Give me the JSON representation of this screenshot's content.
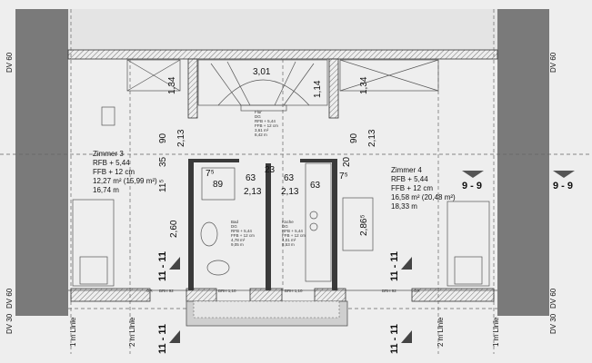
{
  "plan": {
    "side_labels": {
      "dv60_top": "DV 60",
      "dv60_bottom": "DV 60",
      "dv30": "DV 30"
    },
    "guide_lines": {
      "one_m": "1 m Linie",
      "two_m": "2 m Linie"
    },
    "sections": {
      "s11": "11 - 11",
      "s9": "9 - 9"
    },
    "stair": {
      "width": "3,01",
      "dim": "1,14"
    },
    "flur": {
      "lines": [
        "Flur",
        "DG",
        "RFB + 5,44",
        "FFB + 12 cm",
        "3,61 m²",
        "8,42 m"
      ]
    },
    "zimmer3": {
      "lines": [
        "Zimmer 3",
        "RFB + 5,44",
        "FFB + 12 cm",
        "12,27 m² (15,99 m²)",
        "16,74 m"
      ]
    },
    "zimmer4": {
      "lines": [
        "Zimmer 4",
        "RFB + 5,44",
        "FFB + 12 cm",
        "16,58 m² (20,48 m²)",
        "18,33 m"
      ]
    },
    "bad": {
      "lines": [
        "Bad",
        "DG",
        "RFB + 5,44",
        "FFB + 12 cm",
        "4,78 m²",
        "9,05 m"
      ]
    },
    "kueche": {
      "lines": [
        "Küche",
        "DG",
        "RFB + 5,44",
        "FFB + 12 cm",
        "4,01 m²",
        "8,53 m"
      ]
    },
    "dims": {
      "d134": "1,34",
      "d90": "90",
      "d213": "2,13",
      "d35": "35",
      "d115": "11⁵",
      "d260": "2,60",
      "d75": "7⁵",
      "d89": "89",
      "d63": "63",
      "d23": "23",
      "d20": "20",
      "d286": "2,86⁵"
    },
    "windows": {
      "brh92": "BRH 92",
      "brh110": "BRH 1,10",
      "gr": "GR"
    }
  }
}
